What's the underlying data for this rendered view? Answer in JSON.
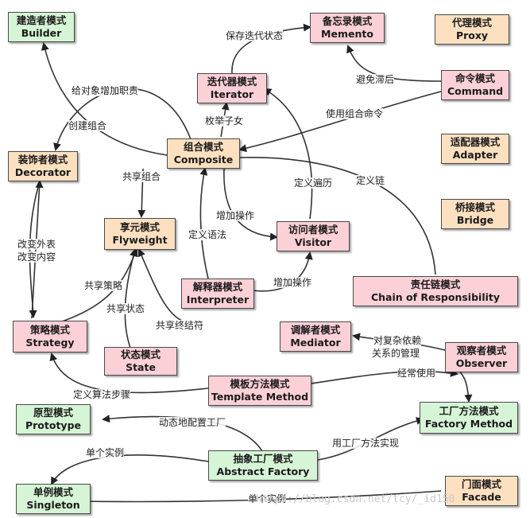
{
  "nodes": {
    "builder": {
      "zh": "建造者模式",
      "en": "Builder",
      "color": "green"
    },
    "memento": {
      "zh": "备忘录模式",
      "en": "Memento",
      "color": "pink"
    },
    "proxy": {
      "zh": "代理模式",
      "en": "Proxy",
      "color": "tan"
    },
    "iterator": {
      "zh": "迭代器模式",
      "en": "Iterator",
      "color": "pink"
    },
    "command": {
      "zh": "命令模式",
      "en": "Command",
      "color": "pink"
    },
    "decorator": {
      "zh": "装饰者模式",
      "en": "Decorator",
      "color": "tan"
    },
    "composite": {
      "zh": "组合模式",
      "en": "Composite",
      "color": "tan"
    },
    "adapter": {
      "zh": "适配器模式",
      "en": "Adapter",
      "color": "tan"
    },
    "flyweight": {
      "zh": "享元模式",
      "en": "Flyweight",
      "color": "tan"
    },
    "visitor": {
      "zh": "访问者模式",
      "en": "Visitor",
      "color": "pink"
    },
    "bridge": {
      "zh": "桥接模式",
      "en": "Bridge",
      "color": "tan"
    },
    "interpreter": {
      "zh": "解释器模式",
      "en": "Interpreter",
      "color": "pink"
    },
    "chain": {
      "zh": "责任链模式",
      "en": "Chain of Responsibility",
      "color": "pink"
    },
    "strategy": {
      "zh": "策略模式",
      "en": "Strategy",
      "color": "pink"
    },
    "mediator": {
      "zh": "调解者模式",
      "en": "Mediator",
      "color": "pink"
    },
    "state": {
      "zh": "状态模式",
      "en": "State",
      "color": "pink"
    },
    "observer": {
      "zh": "观察者模式",
      "en": "Observer",
      "color": "pink"
    },
    "template": {
      "zh": "模板方法模式",
      "en": "Template Method",
      "color": "pink"
    },
    "prototype": {
      "zh": "原型模式",
      "en": "Prototype",
      "color": "green"
    },
    "factory_method": {
      "zh": "工厂方法模式",
      "en": "Factory Method",
      "color": "green"
    },
    "abstract_factory": {
      "zh": "抽象工厂模式",
      "en": "Abstract Factory",
      "color": "green"
    },
    "singleton": {
      "zh": "单例模式",
      "en": "Singleton",
      "color": "green"
    },
    "facade": {
      "zh": "门面模式",
      "en": "Facade",
      "color": "tan"
    }
  },
  "edges": {
    "save_iter_state": "保存迭代状态",
    "avoid_lag": "避免滞后",
    "add_duty": "给对象增加职责",
    "create_composite": "创建组合",
    "enum_children": "枚举子女",
    "use_composite_cmd": "使用组合命令",
    "share_composite": "共享组合",
    "define_traverse": "定义遍历",
    "define_chain": "定义链",
    "add_operation_1": "增加操作",
    "define_grammar": "定义语法",
    "change_appearance": "改变外表",
    "change_content": "改变内容",
    "share_strategy": "共享策略",
    "add_operation_2": "增加操作",
    "share_state": "共享状态",
    "share_terminal": "共享终结符",
    "manage_complex_1": "对复杂依赖",
    "manage_complex_2": "关系的管理",
    "often_use": "经常使用",
    "define_algo_steps": "定义算法步骤",
    "dynamic_factory": "动态地配置工厂",
    "single_instance_1": "单个实例",
    "impl_factory_method": "用工厂方法实现",
    "single_instance_2": "单个实例"
  },
  "watermark": "https://blog.csdn.net/tcy/_id150"
}
